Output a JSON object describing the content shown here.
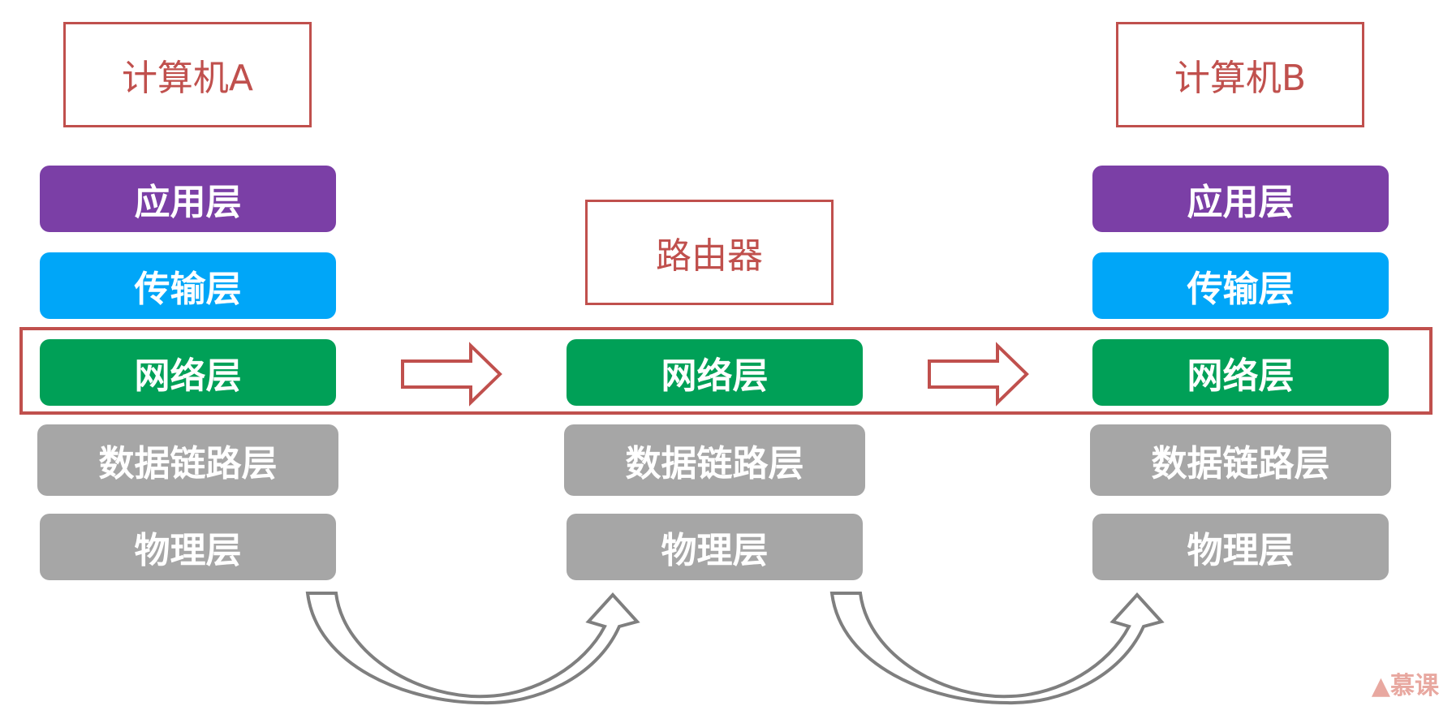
{
  "nodes": {
    "computer_a": "计算机A",
    "router": "路由器",
    "computer_b": "计算机B"
  },
  "layers": {
    "application": "应用层",
    "transport": "传输层",
    "network": "网络层",
    "datalink": "数据链路层",
    "physical": "物理层"
  },
  "colors": {
    "border_red": "#c0504d",
    "application": "#7b3fa6",
    "transport": "#00a6f8",
    "network": "#00a057",
    "lower": "#a6a6a6",
    "curve_arrow": "#7f7f7f"
  },
  "watermark": "慕课"
}
